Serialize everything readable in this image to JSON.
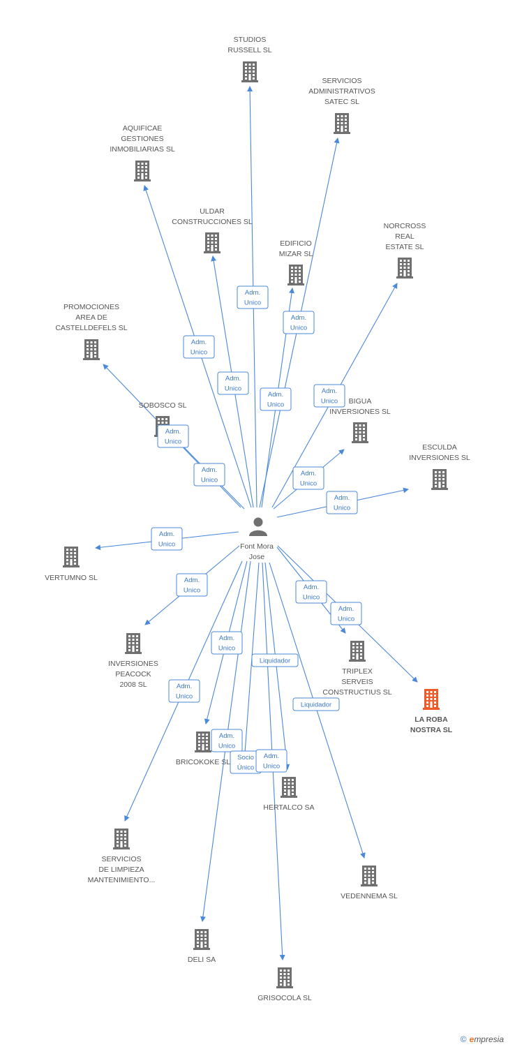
{
  "center": {
    "label_lines": [
      "Font Mora",
      "Jose"
    ]
  },
  "companies": [
    {
      "id": "studios",
      "lines": [
        "STUDIOS",
        "RUSSELL SL"
      ],
      "highlight": false
    },
    {
      "id": "satec",
      "lines": [
        "SERVICIOS",
        "ADMINISTRATIVOS",
        "SATEC SL"
      ],
      "highlight": false
    },
    {
      "id": "aquificae",
      "lines": [
        "AQUIFICAE",
        "GESTIONES",
        "INMOBILIARIAS SL"
      ],
      "highlight": false
    },
    {
      "id": "uldar",
      "lines": [
        "ULDAR",
        "CONSTRUCCIONES SL"
      ],
      "highlight": false
    },
    {
      "id": "mizar",
      "lines": [
        "EDIFICIO",
        "MIZAR SL"
      ],
      "highlight": false
    },
    {
      "id": "norcross",
      "lines": [
        "NORCROSS",
        "REAL",
        "ESTATE SL"
      ],
      "highlight": false
    },
    {
      "id": "promociones",
      "lines": [
        "PROMOCIONES",
        "AREA DE",
        "CASTELLDEFELS SL"
      ],
      "highlight": false
    },
    {
      "id": "sobosco",
      "lines": [
        "SOBOSCO SL"
      ],
      "highlight": false
    },
    {
      "id": "bigua",
      "lines": [
        "BIGUA",
        "INVERSIONES SL"
      ],
      "highlight": false
    },
    {
      "id": "esculda",
      "lines": [
        "ESCULDA",
        "INVERSIONES SL"
      ],
      "highlight": false
    },
    {
      "id": "vertumno",
      "lines": [
        "VERTUMNO SL"
      ],
      "highlight": false
    },
    {
      "id": "peacock",
      "lines": [
        "INVERSIONES",
        "PEACOCK",
        "2008 SL"
      ],
      "highlight": false
    },
    {
      "id": "triplex",
      "lines": [
        "TRIPLEX",
        "SERVEIS",
        "CONSTRUCTIUS SL"
      ],
      "highlight": false
    },
    {
      "id": "laroba",
      "lines": [
        "LA ROBA",
        "NOSTRA SL"
      ],
      "highlight": true
    },
    {
      "id": "bricokoke",
      "lines": [
        "BRICOKOKE SL"
      ],
      "highlight": false
    },
    {
      "id": "hertalco",
      "lines": [
        "HERTALCO SA"
      ],
      "highlight": false
    },
    {
      "id": "limpieza",
      "lines": [
        "SERVICIOS",
        "DE LIMPIEZA",
        "MANTENIMIENTO..."
      ],
      "highlight": false
    },
    {
      "id": "vedennema",
      "lines": [
        "VEDENNEMA SL"
      ],
      "highlight": false
    },
    {
      "id": "deli",
      "lines": [
        "DELI SA"
      ],
      "highlight": false
    },
    {
      "id": "grisocola",
      "lines": [
        "GRISOCOLA SL"
      ],
      "highlight": false
    }
  ],
  "edges": [
    {
      "to": "studios",
      "role": [
        "Adm.",
        "Unico"
      ]
    },
    {
      "to": "satec",
      "role": [
        "Adm.",
        "Unico"
      ]
    },
    {
      "to": "aquificae",
      "role": [
        "Adm.",
        "Unico"
      ]
    },
    {
      "to": "uldar",
      "role": [
        "Adm.",
        "Unico"
      ]
    },
    {
      "to": "mizar",
      "role": [
        "Adm.",
        "Unico"
      ]
    },
    {
      "to": "norcross",
      "role": [
        "Adm.",
        "Unico"
      ]
    },
    {
      "to": "promociones",
      "role": [
        "Adm.",
        "Unico"
      ]
    },
    {
      "to": "sobosco",
      "role": [
        "Adm.",
        "Unico"
      ]
    },
    {
      "to": "bigua",
      "role": [
        "Adm.",
        "Unico"
      ]
    },
    {
      "to": "esculda",
      "role": [
        "Adm.",
        "Unico"
      ]
    },
    {
      "to": "vertumno",
      "role": [
        "Adm.",
        "Unico"
      ]
    },
    {
      "to": "peacock",
      "role": [
        "Adm.",
        "Unico"
      ]
    },
    {
      "to": "triplex",
      "role": [
        "Adm.",
        "Unico"
      ]
    },
    {
      "to": "laroba",
      "role": [
        "Adm.",
        "Unico"
      ]
    },
    {
      "to": "bricokoke",
      "role": [
        "Adm.",
        "Unico"
      ]
    },
    {
      "to": "limpieza",
      "role": [
        "Adm.",
        "Unico"
      ]
    },
    {
      "to": "deli",
      "role": [
        "Adm.",
        "Unico"
      ]
    },
    {
      "to": "deli",
      "role": [
        "Socio",
        "Único"
      ]
    },
    {
      "to": "hertalco",
      "role": [
        "Adm.",
        "Unico"
      ]
    },
    {
      "to": "grisocola",
      "role": [
        "Liquidador"
      ]
    },
    {
      "to": "vedennema",
      "role": [
        "Liquidador"
      ]
    }
  ],
  "colors": {
    "edge": "#4a88d8",
    "node": "#707070",
    "highlight": "#f05a28",
    "label": "#555555"
  },
  "brand": {
    "copyright": "©",
    "name_first": "e",
    "name_rest": "mpresia"
  }
}
